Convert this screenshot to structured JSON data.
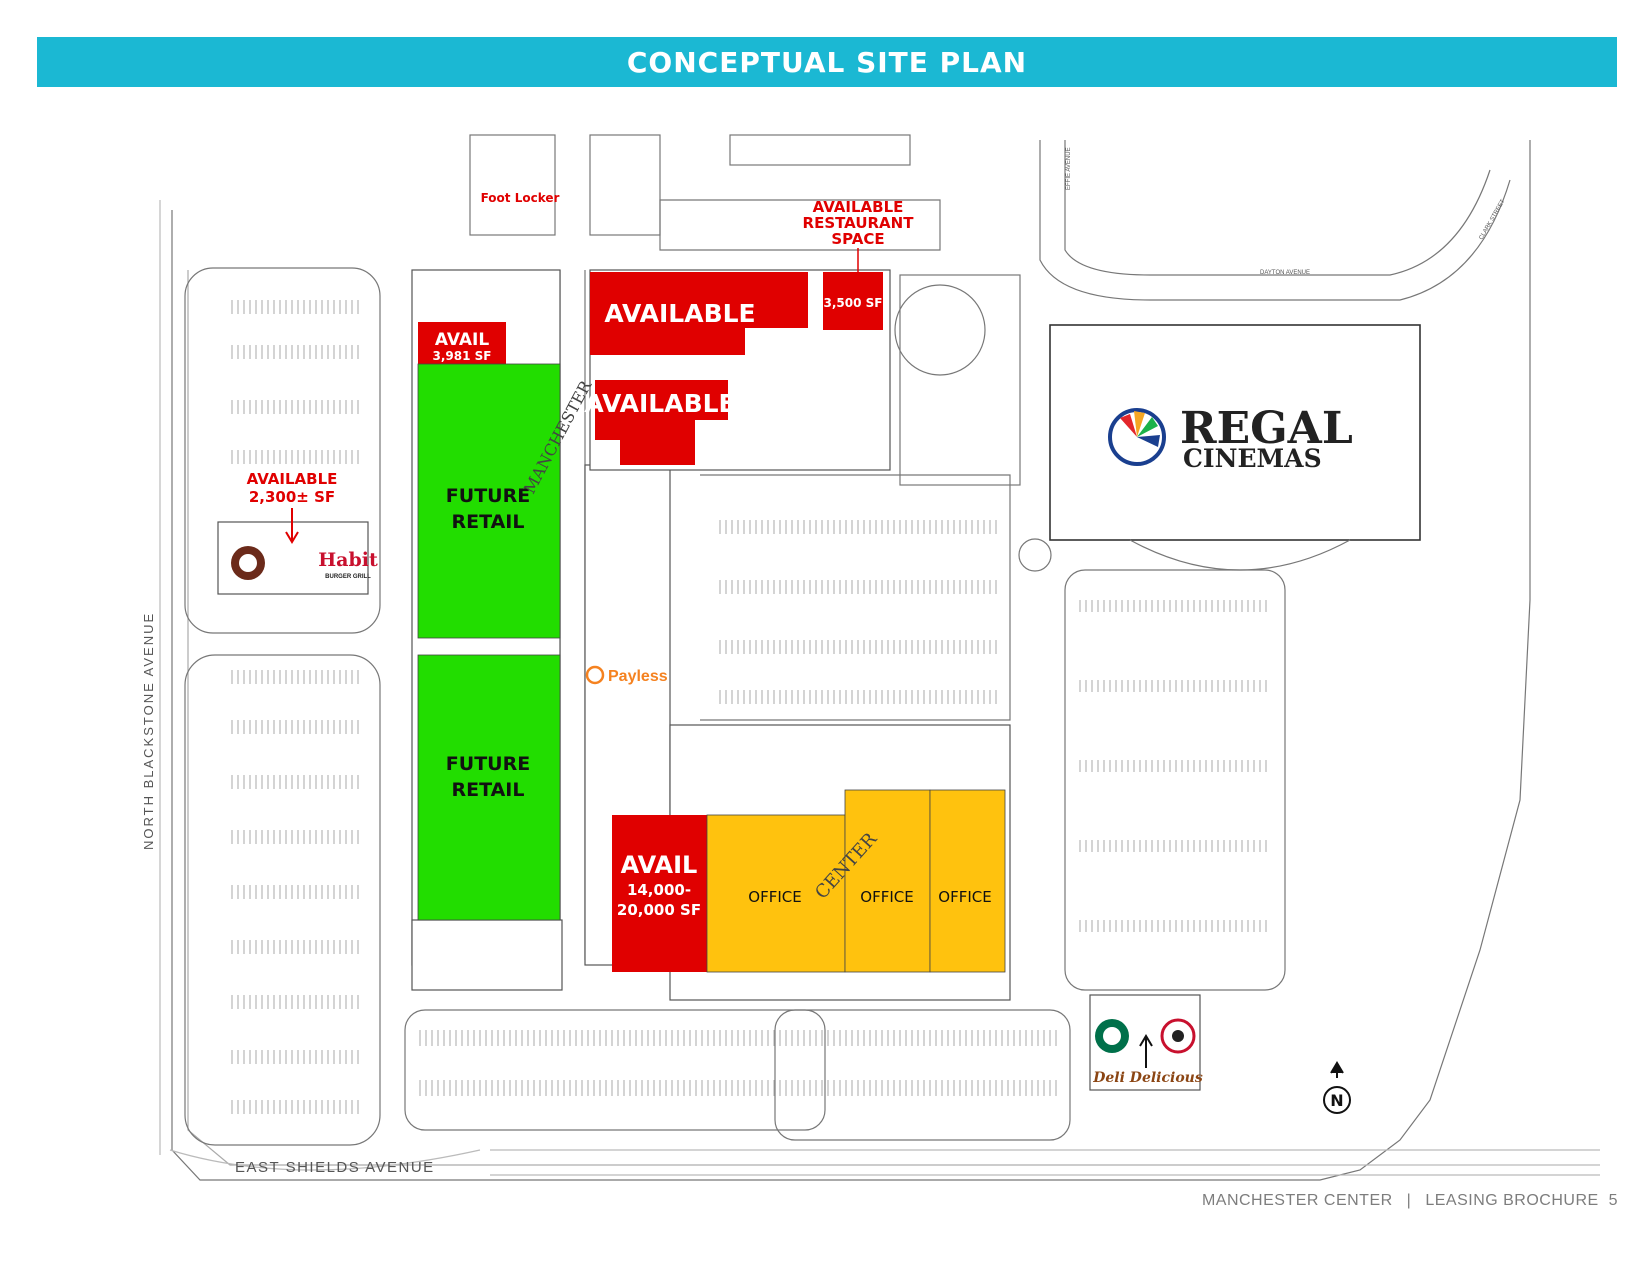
{
  "header": {
    "title": "CONCEPTUAL SITE PLAN"
  },
  "footer": {
    "left": "MANCHESTER CENTER",
    "divider": "|",
    "right": "LEASING BROCHURE",
    "page": "5"
  },
  "colors": {
    "header": "#1bb8d3",
    "available": "#e00000",
    "future_retail": "#22dd00",
    "office": "#ffc20e",
    "label_red": "#e00000"
  },
  "streets": {
    "north_blackstone": "NORTH BLACKSTONE AVENUE",
    "east_shields": "EAST SHIELDS AVENUE",
    "effie": "EFFIE AVENUE",
    "dayton": "DAYTON AVENUE",
    "clark": "CLARK STREET",
    "manchester": "MANCHESTER",
    "center": "CENTER"
  },
  "spaces": {
    "avail_small": {
      "line1": "AVAIL",
      "line2": "3,981 SF"
    },
    "available_top": {
      "label": "AVAILABLE"
    },
    "available_mid": {
      "label": "AVAILABLE"
    },
    "restaurant": {
      "line1": "AVAILABLE",
      "line2": "RESTAURANT",
      "line3": "SPACE",
      "size": "3,500 SF"
    },
    "future_retail_1": {
      "line1": "FUTURE",
      "line2": "RETAIL"
    },
    "future_retail_2": {
      "line1": "FUTURE",
      "line2": "RETAIL"
    },
    "pad": {
      "line1": "AVAILABLE",
      "line2": "2,300± SF"
    },
    "avail_large": {
      "line1": "AVAIL",
      "line2": "14,000-",
      "line3": "20,000 SF"
    },
    "office_1": {
      "label": "OFFICE"
    },
    "office_2": {
      "label": "OFFICE"
    },
    "office_3": {
      "label": "OFFICE"
    }
  },
  "tenants": {
    "foot_locker": "Foot Locker",
    "regal_line1": "REGAL",
    "regal_line2": "CINEMAS",
    "payless": "Payless",
    "habit_name": "Habit",
    "habit_sub": "BURGER GRILL",
    "deli": "Deli Delicious"
  },
  "compass": {
    "letter": "N"
  },
  "icons": {
    "compass": "north-arrow-icon",
    "regal": "regal-logo-icon",
    "starbucks": "starbucks-logo-icon",
    "panda": "panda-express-logo-icon",
    "chipotle": "chipotle-logo-icon",
    "payless": "payless-logo-icon"
  }
}
